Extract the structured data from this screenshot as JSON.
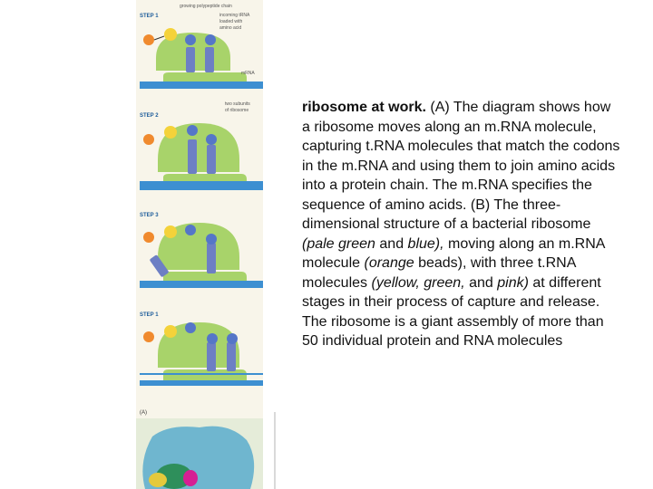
{
  "figure": {
    "steps": [
      {
        "label": "STEP 1",
        "top_labels": [
          "growing polypeptide chain",
          "incoming tRNA",
          "loaded with",
          "amino acid"
        ],
        "side_labels": [
          "mRNA",
          "two subunits",
          "of ribosome"
        ]
      },
      {
        "label": "STEP 2"
      },
      {
        "label": "STEP 3"
      },
      {
        "label": "STEP 1"
      }
    ],
    "panel_a_label": "(A)",
    "colors": {
      "ribosome": "#a8d36a",
      "mrna": "#3d8fd1",
      "trna": "#6d7fc4",
      "amino_acid_orange": "#f08a2e",
      "amino_acid_yellow": "#f4d23a",
      "amino_acid_blue": "#5576c8",
      "panel_background": "#f8f5ea",
      "photo_blue": "#6fb6cf",
      "photo_pink": "#d61f93"
    }
  },
  "caption": {
    "lead": "ribosome at work.",
    "part1": " (A) The diagram shows how a ribosome moves along an m.RNA molecule, capturing t.RNA molecules that match the codons in the m.RNA and using them to join amino acids into a protein chain. The m.RNA specifies the sequence of amino acids. (B) The three-dimensional structure of a bacterial ribosome ",
    "it1": "(pale green",
    "part2": " and ",
    "it2": "blue),",
    "part3": " moving along an m.RNA molecule ",
    "it3": "(orange",
    "part4": " beads), with three t.RNA molecules ",
    "it4": "(yellow, green,",
    "part5": " and ",
    "it5": "pink)",
    "part6": " at different stages in their process of capture and release. The ribosome is a giant assembly of more than 50 individual protein and RNA molecules"
  }
}
